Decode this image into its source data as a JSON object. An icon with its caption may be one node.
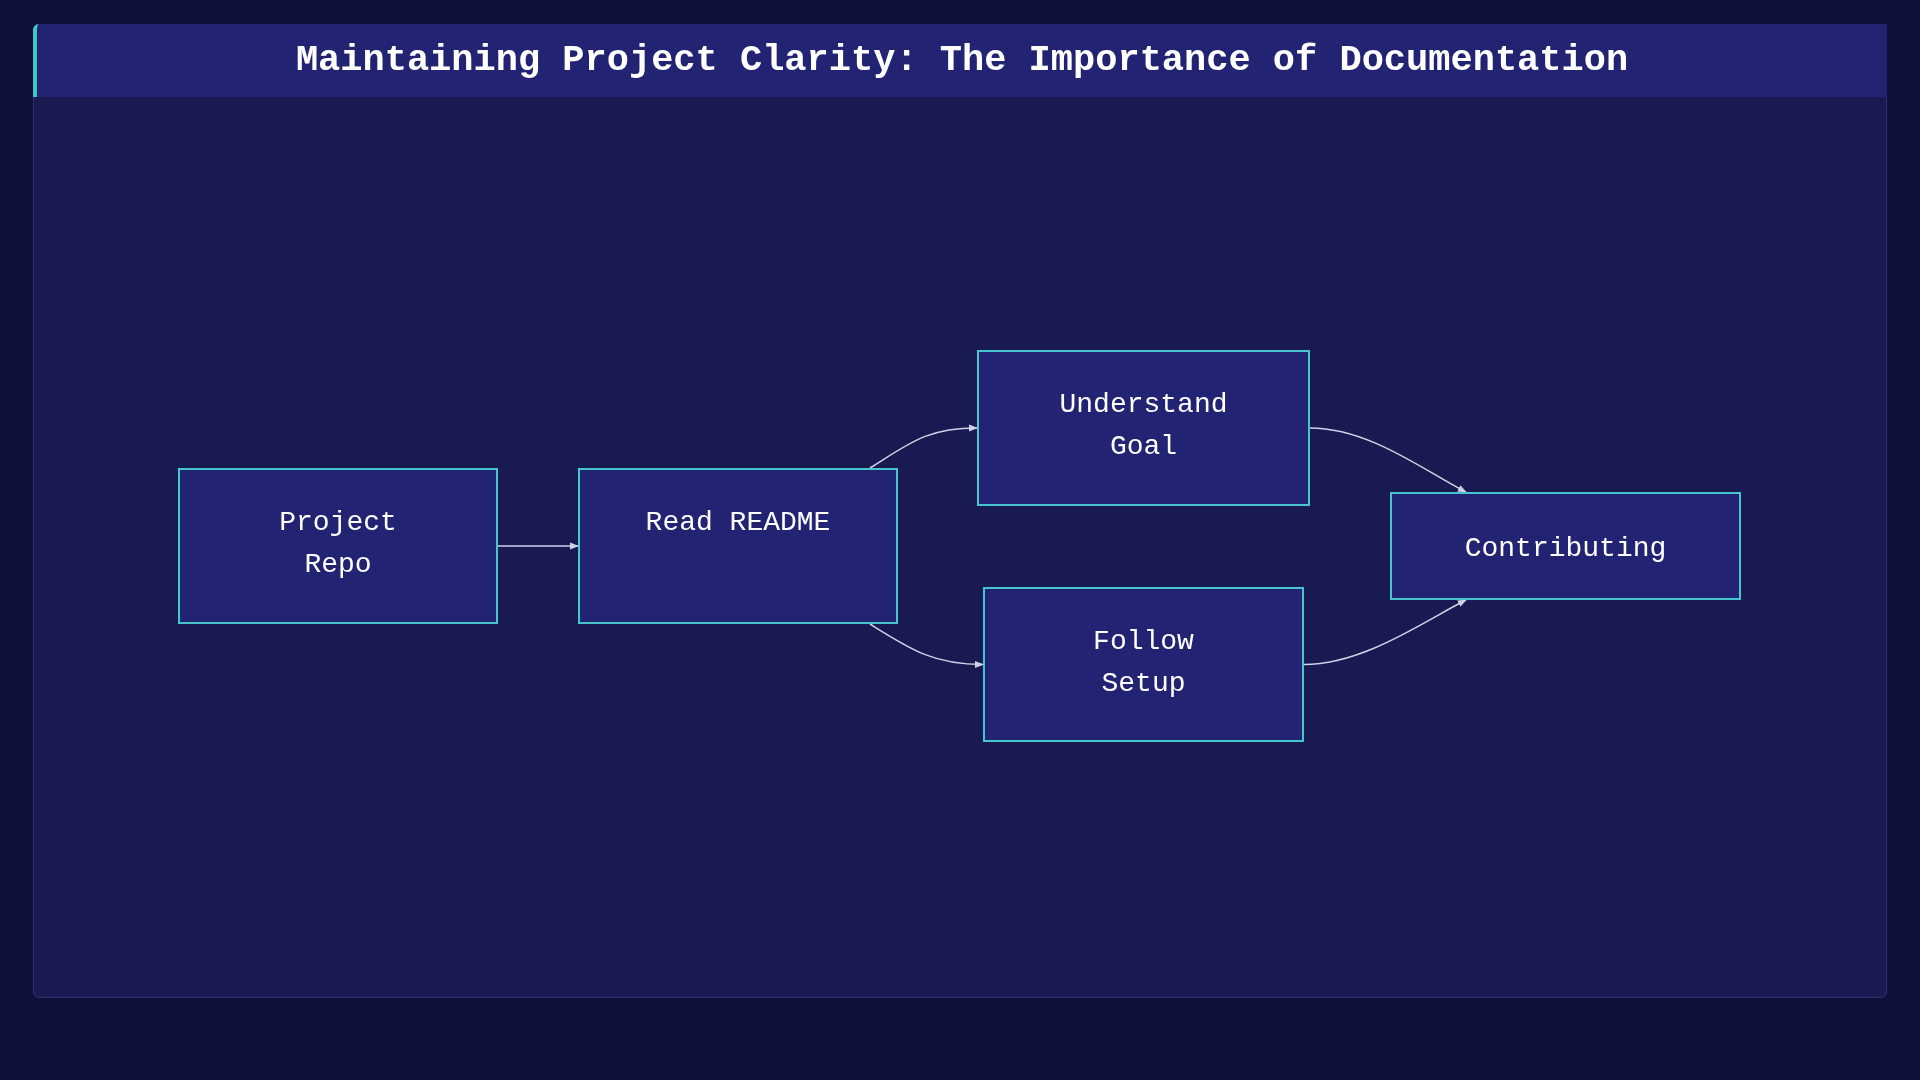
{
  "diagram": {
    "title": "Maintaining Project Clarity: The Importance of Documentation",
    "nodes": [
      {
        "text": [
          "Project Repo"
        ]
      },
      {
        "text": [
          "Read README"
        ]
      },
      {
        "text": [
          "Understand Goal"
        ]
      },
      {
        "text": [
          "Follow Setup"
        ]
      },
      {
        "text": [
          "Contributing"
        ]
      }
    ],
    "edges": [
      {
        "from": 0,
        "to": 1,
        "arrow": "to"
      },
      {
        "from": 1,
        "to": 2,
        "arrow": "to"
      },
      {
        "from": 1,
        "to": 3,
        "arrow": "to"
      },
      {
        "from": 2,
        "to": 4,
        "arrow": "to"
      },
      {
        "from": 3,
        "to": 4,
        "arrow": "to"
      }
    ]
  }
}
